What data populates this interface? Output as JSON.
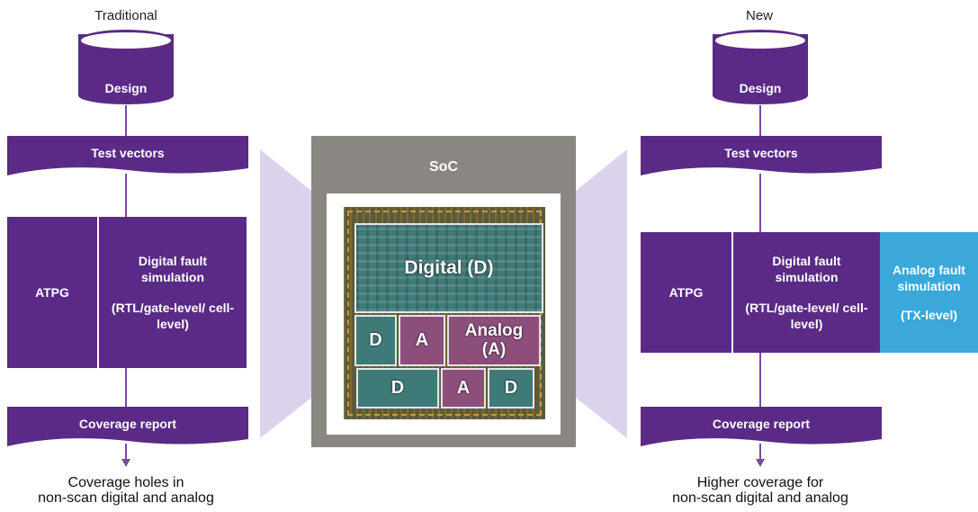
{
  "left": {
    "heading": "Traditional",
    "design": "Design",
    "test_vectors": "Test vectors",
    "atpg": "ATPG",
    "digital_fault": "Digital fault simulation",
    "digital_levels": "(RTL/gate-level/ cell-level)",
    "coverage_report": "Coverage report",
    "result_line1": "Coverage holes in",
    "result_line2": "non-scan digital and analog"
  },
  "right": {
    "heading": "New",
    "design": "Design",
    "test_vectors": "Test vectors",
    "atpg": "ATPG",
    "digital_fault": "Digital fault simulation",
    "digital_levels": "(RTL/gate-level/ cell-level)",
    "analog_fault": "Analog fault simulation",
    "analog_levels": "(TX-level)",
    "coverage_report": "Coverage report",
    "result_line1": "Higher coverage for",
    "result_line2": "non-scan digital and analog"
  },
  "soc": {
    "label": "SoC",
    "digital_big": "Digital (D)",
    "analog_big_1": "Analog",
    "analog_big_2": "(A)",
    "d": "D",
    "a": "A"
  },
  "colors": {
    "purple": "#5a2a86",
    "analog_blue": "#3aa8d8",
    "lavender": "#dcd2ec",
    "soc_gray": "#8a8682"
  }
}
